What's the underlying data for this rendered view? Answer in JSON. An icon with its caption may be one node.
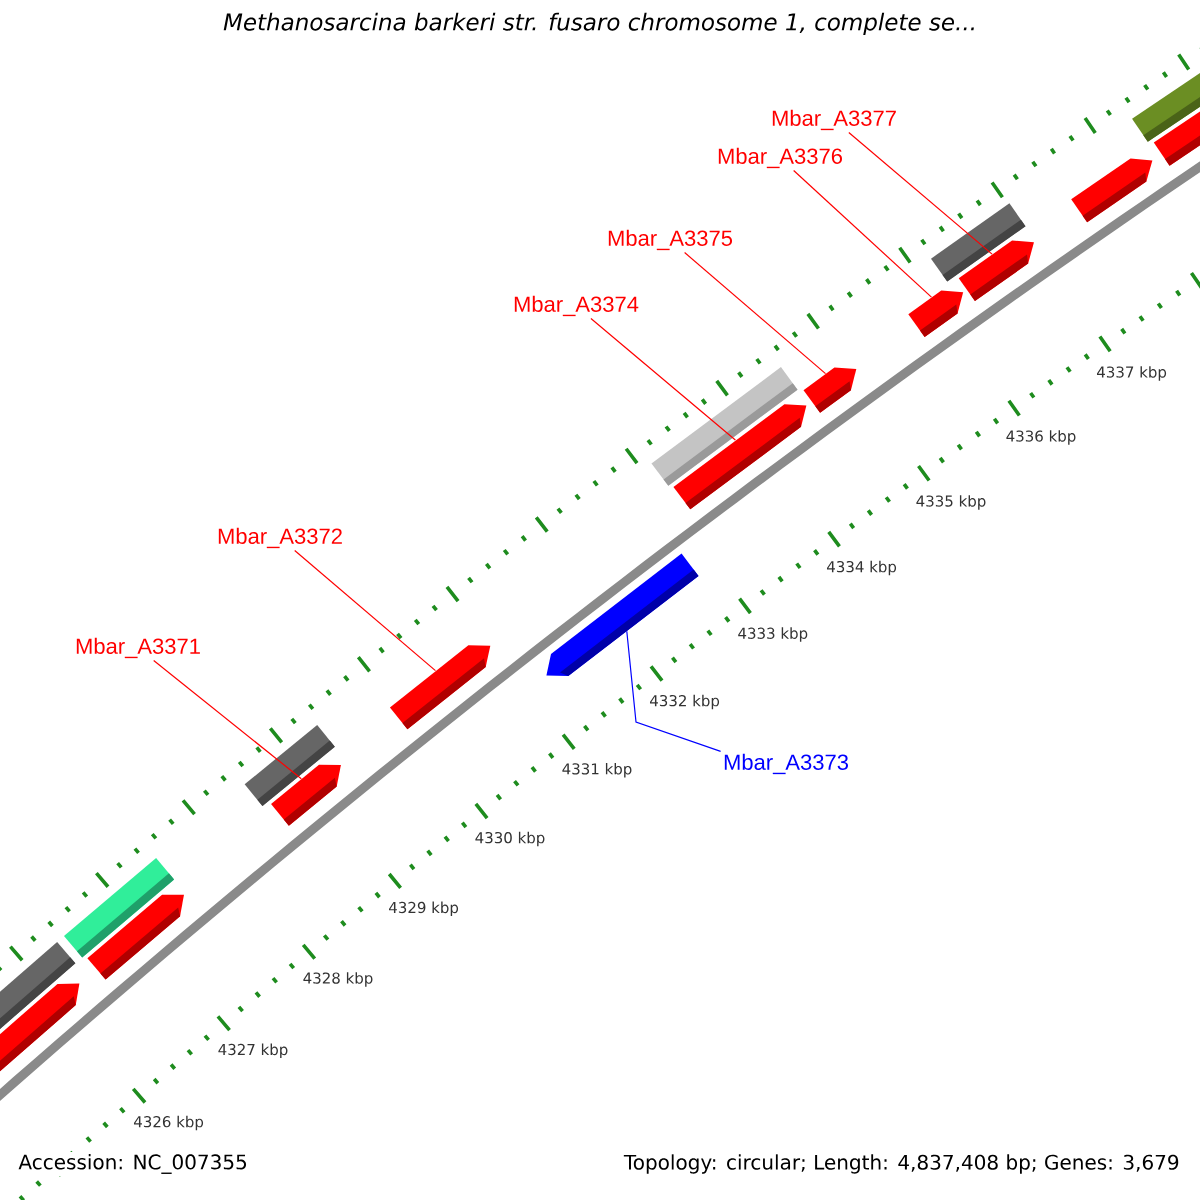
{
  "diagram": {
    "title": "Methanosarcina barkeri str. fusaro chromosome 1, complete se...",
    "nodes": [
      {
        "text": [
          "Mbar_A3377"
        ]
      },
      {
        "text": [
          "Mbar_A3376"
        ]
      },
      {
        "text": [
          "Mbar_A3375"
        ]
      },
      {
        "text": [
          "Mbar_A3374"
        ]
      },
      {
        "text": [
          "Mbar_A3372"
        ]
      },
      {
        "text": [
          "Mbar_A3371"
        ]
      },
      {
        "text": [
          "Mbar_A3373"
        ]
      },
      {
        "text": [],
        "shape": "bar"
      },
      {
        "text": [],
        "shape": "bar"
      },
      {
        "text": [],
        "shape": "bar"
      },
      {
        "text": [],
        "shape": "bar"
      },
      {
        "text": [],
        "shape": "bar"
      },
      {
        "text": [],
        "shape": "bar"
      },
      {
        "text": [],
        "shape": "bar"
      },
      {
        "text": [],
        "shape": "bar"
      },
      {
        "text": [],
        "shape": "bar"
      },
      {
        "text": [],
        "shape": "bar"
      },
      {
        "text": [],
        "shape": "bar"
      },
      {
        "text": [],
        "shape": "bar"
      },
      {
        "text": [],
        "shape": "bar"
      },
      {
        "text": [],
        "shape": "bar"
      },
      {
        "text": [],
        "shape": "bar"
      },
      {
        "text": [],
        "shape": "bar"
      },
      {
        "text": [],
        "shape": "bar"
      }
    ],
    "edges": [
      {
        "from": 5,
        "to": 12,
        "arrow": "none"
      },
      {
        "from": 4,
        "to": 13,
        "arrow": "none"
      },
      {
        "from": 6,
        "to": 14,
        "arrow": "none",
        "color": "#0000ff"
      },
      {
        "from": 3,
        "to": 16,
        "arrow": "none"
      },
      {
        "from": 2,
        "to": 17,
        "arrow": "none"
      },
      {
        "from": 1,
        "to": 18,
        "arrow": "none"
      },
      {
        "from": 0,
        "to": 20,
        "arrow": "none"
      }
    ],
    "labels": [
      "4326 kbp",
      "4327 kbp",
      "4328 kbp",
      "4329 kbp",
      "4330 kbp",
      "4331 kbp",
      "4332 kbp",
      "4333 kbp",
      "4334 kbp",
      "4335 kbp",
      "4336 kbp",
      "4337 kbp",
      "Accession: NC_007355",
      "Topology: circular; Length: 4,837,408 bp; Genes: 3,679"
    ]
  }
}
